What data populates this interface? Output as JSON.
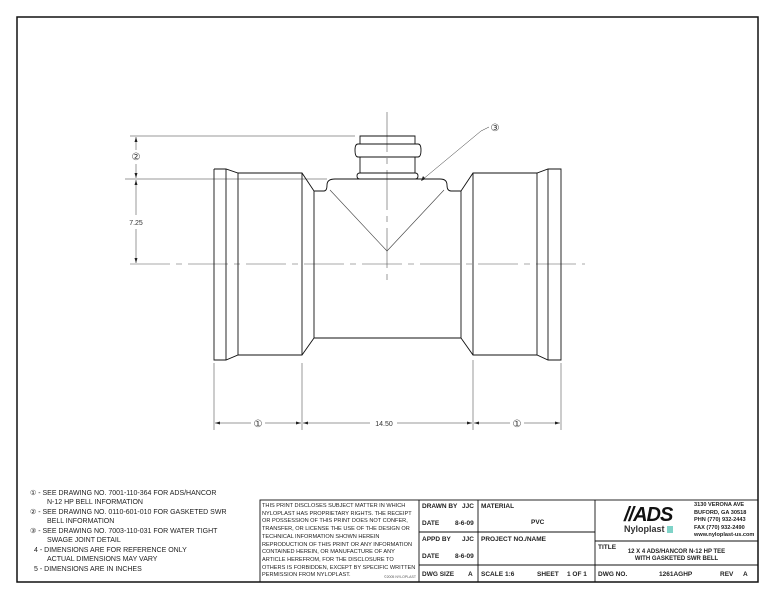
{
  "drawing": {
    "dimensions": {
      "height_branch": "②",
      "height_main": "7.25",
      "length_left_bell": "①",
      "length_center": "14.50",
      "length_right_bell": "①",
      "callout_swage": "③"
    }
  },
  "notes": [
    {
      "marker": "①",
      "lines": [
        "- SEE DRAWING NO. 7001-110-364 FOR ADS/HANCOR",
        "N-12 HP BELL INFORMATION"
      ]
    },
    {
      "marker": "②",
      "lines": [
        "- SEE DRAWING NO. 0110-601-010 FOR GASKETED SWR",
        "BELL INFORMATION"
      ]
    },
    {
      "marker": "③",
      "lines": [
        "- SEE DRAWING NO. 7003-110-031 FOR WATER TIGHT",
        "SWAGE JOINT DETAIL"
      ]
    },
    {
      "marker": "4",
      "lines": [
        "- DIMENSIONS ARE FOR REFERENCE ONLY",
        "ACTUAL DIMENSIONS MAY VARY"
      ]
    },
    {
      "marker": "5",
      "lines": [
        "- DIMENSIONS ARE IN INCHES"
      ]
    }
  ],
  "legal": {
    "text": "THIS PRINT DISCLOSES SUBJECT MATTER IN WHICH NYLOPLAST HAS PROPRIETARY RIGHTS. THE RECEIPT OR POSSESSION OF THIS PRINT DOES NOT CONFER, TRANSFER, OR LICENSE THE USE OF THE DESIGN OR TECHNICAL INFORMATION SHOWN HEREIN REPRODUCTION OF THIS PRINT OR ANY INFORMATION CONTAINED HEREIN, OR MANUFACTURE OF ANY ARTICLE HEREFROM, FOR THE DISCLOSURE TO OTHERS IS FORBIDDEN, EXCEPT BY SPECIFIC WRITTEN PERMISSION FROM NYLOPLAST.",
    "copyright": "©2005 NYLOPLAST"
  },
  "title_block": {
    "drawn_by_label": "DRAWN BY",
    "drawn_by": "JJC",
    "date1_label": "DATE",
    "date1": "8-6-09",
    "appd_by_label": "APPD BY",
    "appd_by": "JJC",
    "date2_label": "DATE",
    "date2": "8-6-09",
    "dwg_size_label": "DWG SIZE",
    "dwg_size": "A",
    "material_label": "MATERIAL",
    "material": "PVC",
    "project_label": "PROJECT NO./NAME",
    "scale_label": "SCALE",
    "scale": "1:6",
    "sheet_label": "SHEET",
    "sheet": "1 OF 1",
    "title_label": "TITLE",
    "title_line1": "12 X 4 ADS/HANCOR N-12 HP TEE",
    "title_line2": "WITH GASKETED SWR BELL",
    "dwg_no_label": "DWG NO.",
    "dwg_no": "1261AGHP",
    "rev_label": "REV",
    "rev": "A"
  },
  "company": {
    "logo_main": "//ADS",
    "logo_sub": "Nyloplast",
    "address1": "3130 VERONA AVE",
    "address2": "BUFORD, GA 30518",
    "phone": "PHN (770) 932-2443",
    "fax": "FAX (770) 932-2490",
    "website": "www.nyloplast-us.com",
    "accent_color": "#7fd3c8"
  }
}
